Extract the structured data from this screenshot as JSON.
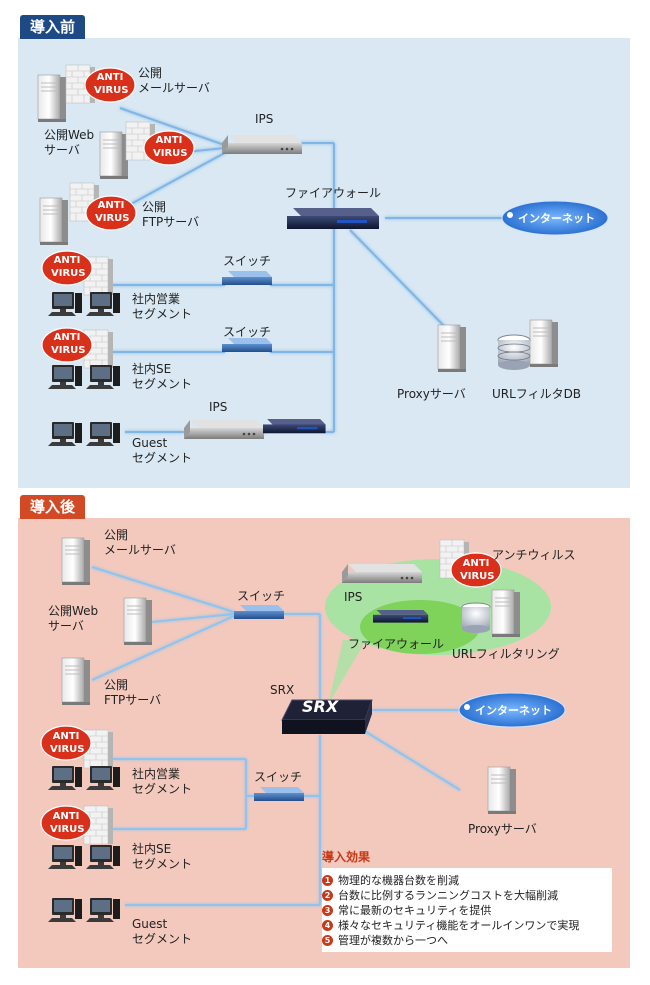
{
  "before": {
    "title": "導入前",
    "labels": {
      "public_mail": "公開\nメールサーバ",
      "public_web": "公開Web\nサーバ",
      "public_ftp": "公開\nFTPサーバ",
      "ips_top": "IPS",
      "firewall": "ファイアウォール",
      "internet": "インターネット",
      "switch1": "スイッチ",
      "sales_segment": "社内営業\nセグメント",
      "switch2": "スイッチ",
      "se_segment": "社内SE\nセグメント",
      "ips_bottom": "IPS",
      "guest_segment": "Guest\nセグメント",
      "proxy": "Proxyサーバ",
      "url_filter_db": "URLフィルタDB"
    }
  },
  "after": {
    "title": "導入後",
    "labels": {
      "public_mail": "公開\nメールサーバ",
      "public_web": "公開Web\nサーバ",
      "public_ftp": "公開\nFTPサーバ",
      "switch_top": "スイッチ",
      "ips": "IPS",
      "antivirus": "アンチウィルス",
      "firewall": "ファイアウォール",
      "url_filtering": "URLフィルタリング",
      "srx": "SRX",
      "srx_logo": "SRX",
      "internet": "インターネット",
      "sales_segment": "社内営業\nセグメント",
      "switch_bottom": "スイッチ",
      "se_segment": "社内SE\nセグメント",
      "guest_segment": "Guest\nセグメント",
      "proxy": "Proxyサーバ"
    },
    "effects": {
      "title": "導入効果",
      "items": [
        {
          "num": "1",
          "text": "物理的な機器台数を削減"
        },
        {
          "num": "2",
          "text": "台数に比例するランニングコストを大幅削減"
        },
        {
          "num": "3",
          "text": "常に最新のセキュリティを提供"
        },
        {
          "num": "4",
          "text": "様々なセキュリティ機能をオールインワンで実現"
        },
        {
          "num": "5",
          "text": "管理が複数から一つへ"
        }
      ]
    }
  },
  "antivirus_badge": "ANTI\nVIRUS",
  "colors": {
    "before_bg": "#d9e8f3",
    "after_bg": "#f3c9bd",
    "before_tag": "#1d4a85",
    "after_tag": "#d24a25",
    "link": "#7fb6e6",
    "antivirus_red": "#d8301a",
    "cloud_blue": "#2a79d8",
    "srx_glow": "#a8e3a4"
  }
}
